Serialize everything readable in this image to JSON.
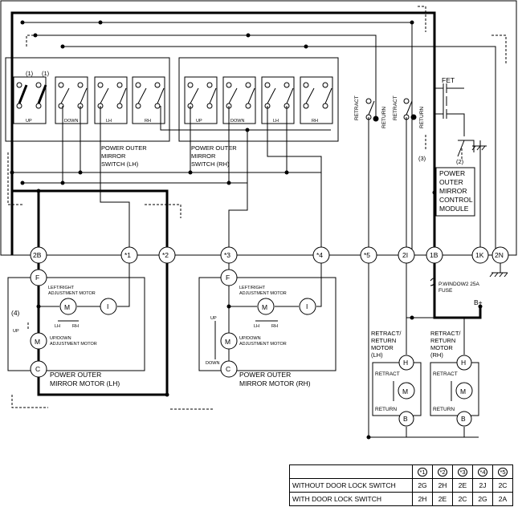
{
  "switch_lh": {
    "label_line1": "POWER OUTER",
    "label_line2": "MIRROR",
    "label_line3": "SWITCH  (LH)",
    "up": "UP",
    "down": "DOWN",
    "lh": "LH",
    "rh": "RH",
    "mark1a": "(1)",
    "mark1b": "(1)"
  },
  "switch_rh": {
    "label_line1": "POWER OUTER",
    "label_line2": "MIRROR",
    "label_line3": "SWITCH (RH)",
    "up": "UP",
    "down": "DOWN",
    "lh": "LH",
    "rh": "RH"
  },
  "control_module": {
    "fet": "FET",
    "retract1": "RETRACT",
    "return1": "RETURN",
    "retract2": "RETRACT",
    "return2": "RETURN",
    "mark2": "(2)",
    "mark3": "(3)",
    "line1": "POWER",
    "line2": "OUTER",
    "line3": "MIRROR",
    "line4": "CONTROL",
    "line5": "MODULE"
  },
  "terminals": {
    "t2b": "2B",
    "s1": "*1",
    "s2": "*2",
    "s3": "*3",
    "s4": "*4",
    "s5": "*5",
    "t2i": "2I",
    "t1b": "1B",
    "t1k": "1K",
    "t2n": "2N"
  },
  "fuse": {
    "line1": "P.WINDOW2 25A",
    "line2": "FUSE",
    "bplus": "B+"
  },
  "mirror_lh": {
    "f": "F",
    "i": "I",
    "c": "C",
    "m1": "M",
    "m2": "M",
    "lr_line1": "LEFT/RIGHT",
    "lr_line2": "ADJUSTMENT MOTOR",
    "lh": "LH",
    "rh": "RH",
    "ud_line1": "UP/DOWN",
    "ud_line2": "ADJUSTMENT MOTOR",
    "mark4": "(4)",
    "up": "UP",
    "label_line1": "POWER OUTER",
    "label_line2": "MIRROR MOTOR (LH)"
  },
  "mirror_rh": {
    "f": "F",
    "i": "I",
    "c": "C",
    "m1": "M",
    "m2": "M",
    "lr_line1": "LEFT/RIGHT",
    "lr_line2": "ADJUSTMENT MOTOR",
    "lh": "LH",
    "rh": "RH",
    "ud_line1": "UP/DOWN",
    "ud_line2": "ADJUSTMENT MOTOR",
    "up": "UP",
    "down": "DOWN",
    "label_line1": "POWER OUTER",
    "label_line2": "MIRROR MOTOR (RH)"
  },
  "retract_lh": {
    "line1": "RETRACT/",
    "line2": "RETURN",
    "line3": "MOTOR",
    "line4": "(LH)",
    "h": "H",
    "b": "B",
    "m": "M",
    "retract": "RETRACT",
    "return": "RETURN"
  },
  "retract_rh": {
    "line1": "RETRACT/",
    "line2": "RETURN",
    "line3": "MOTOR",
    "line4": "(RH)",
    "h": "H",
    "b": "B",
    "m": "M",
    "retract": "RETRACT",
    "return": "RETURN"
  },
  "table": {
    "headers": [
      "*1",
      "*2",
      "*3",
      "*4",
      "*5"
    ],
    "rows": [
      {
        "label": "WITHOUT DOOR LOCK SWITCH",
        "cells": [
          "2G",
          "2H",
          "2E",
          "2J",
          "2C"
        ]
      },
      {
        "label": "WITH DOOR LOCK SWITCH",
        "cells": [
          "2H",
          "2E",
          "2C",
          "2G",
          "2A"
        ]
      }
    ]
  }
}
